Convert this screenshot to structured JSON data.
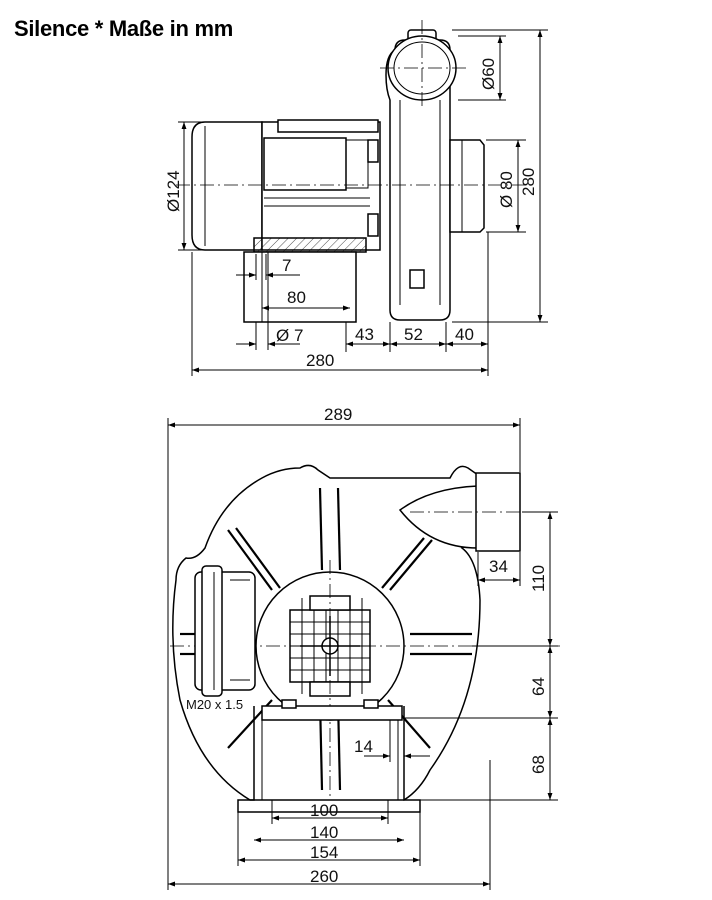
{
  "title": "Silence * Maße in mm",
  "side_view": {
    "dims": {
      "d60": "Ø60",
      "d80": "Ø 80",
      "d124": "Ø124",
      "h280": "280",
      "w7": "7",
      "w80": "80",
      "d7": "Ø 7",
      "w43": "43",
      "w52": "52",
      "w40": "40",
      "w280": "280"
    }
  },
  "front_view": {
    "dims": {
      "w289": "289",
      "w34": "34",
      "h110": "110",
      "h64": "64",
      "h68": "68",
      "w14": "14",
      "thread": "M20 x 1.5",
      "w100": "100",
      "w140": "140",
      "w154": "154",
      "w260": "260"
    }
  }
}
